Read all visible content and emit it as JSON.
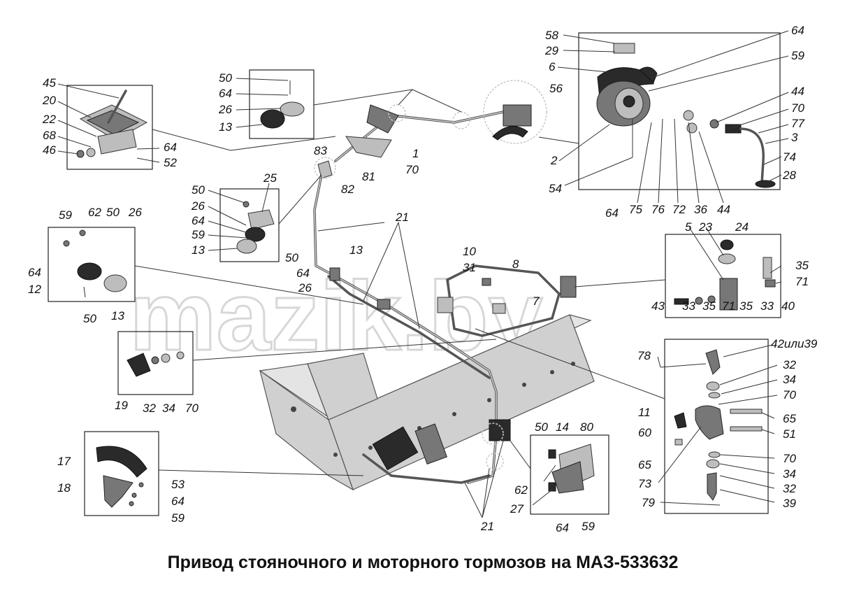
{
  "title": "Привод стояночного и моторного тормозов на МАЗ-533632",
  "watermark": "mazik.by",
  "labels": [
    "58",
    "29",
    "64",
    "6",
    "59",
    "56",
    "44",
    "70",
    "77",
    "3",
    "74",
    "28",
    "2",
    "54",
    "64",
    "75",
    "76",
    "72",
    "36",
    "44",
    "45",
    "20",
    "22",
    "68",
    "46",
    "64",
    "52",
    "50",
    "64",
    "26",
    "13",
    "83",
    "81",
    "82",
    "1",
    "70",
    "50",
    "25",
    "26",
    "64",
    "59",
    "13",
    "59",
    "62",
    "50",
    "26",
    "64",
    "12",
    "50",
    "13",
    "21",
    "10",
    "31",
    "8",
    "7",
    "13",
    "50",
    "64",
    "26",
    "5",
    "23",
    "24",
    "35",
    "71",
    "43",
    "33",
    "35",
    "71",
    "35",
    "33",
    "40",
    "42или39",
    "78",
    "32",
    "34",
    "70",
    "11",
    "65",
    "60",
    "51",
    "65",
    "70",
    "73",
    "34",
    "32",
    "79",
    "39",
    "19",
    "32",
    "34",
    "70",
    "17",
    "18",
    "53",
    "64",
    "59",
    "50",
    "14",
    "80",
    "62",
    "27",
    "64",
    "59",
    "21"
  ]
}
